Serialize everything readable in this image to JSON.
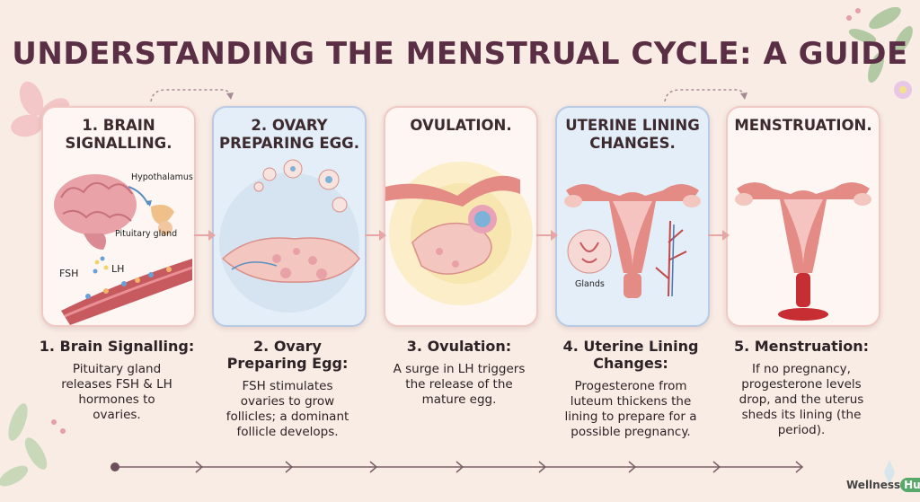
{
  "title": "UNDERSTANDING THE MENSTRUAL CYCLE: A GUIDE",
  "cards": [
    {
      "title": "1. BRAIN SIGNALLING.",
      "labels": {
        "hypothalamus": "Hypothalamus",
        "pituitary": "Pituitary gland",
        "fsh": "FSH",
        "lh": "LH"
      }
    },
    {
      "title": "2. OVARY PREPARING EGG."
    },
    {
      "title": "OVULATION."
    },
    {
      "title": "UTERINE LINING CHANGES.",
      "labels": {
        "glands": "Glands"
      }
    },
    {
      "title": "MENSTRUATION."
    }
  ],
  "steps": [
    {
      "heading": "1. Brain Signalling:",
      "body": "Pituitary gland releases FSH & LH hormones to ovaries."
    },
    {
      "heading": "2. Ovary Preparing Egg:",
      "body": "FSH stimulates ovaries to grow follicles; a dominant follicle develops."
    },
    {
      "heading": "3. Ovulation:",
      "body": "A surge in LH triggers the release of the mature egg."
    },
    {
      "heading": "4. Uterine Lining Changes:",
      "body": "Progesterone from luteum thickens the lining to prepare for a possible pregnancy."
    },
    {
      "heading": "5. Menstruation:",
      "body": "If no pregnancy, progesterone levels drop, and the uterus sheds its lining (the period)."
    }
  ],
  "logo": {
    "brand": "Wellness",
    "hub": "Hub"
  }
}
